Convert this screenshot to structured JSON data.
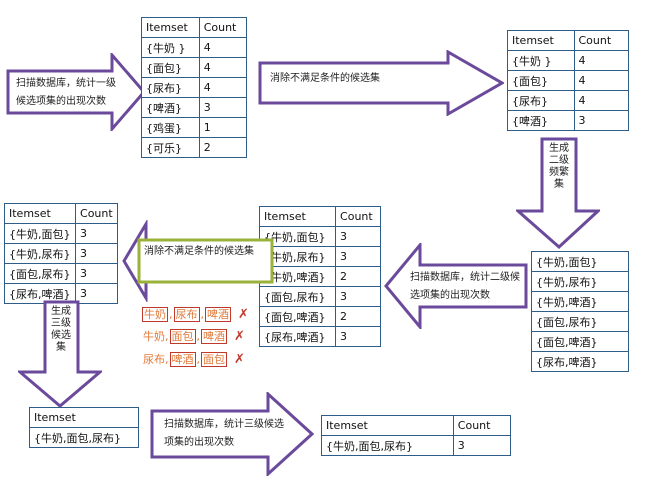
{
  "headers": {
    "itemset": "Itemset",
    "count": "Count"
  },
  "tables": {
    "c1": [
      {
        "item": "{牛奶 }",
        "count": "4"
      },
      {
        "item": "{面包}",
        "count": "4"
      },
      {
        "item": "{尿布}",
        "count": "4"
      },
      {
        "item": "{啤酒}",
        "count": "3"
      },
      {
        "item": "{鸡蛋}",
        "count": "1"
      },
      {
        "item": "{可乐}",
        "count": "2"
      }
    ],
    "l1": [
      {
        "item": "{牛奶 }",
        "count": "4"
      },
      {
        "item": "{面包}",
        "count": "4"
      },
      {
        "item": "{尿布}",
        "count": "4"
      },
      {
        "item": "{啤酒}",
        "count": "3"
      }
    ],
    "c2": [
      {
        "item": "{牛奶,面包}"
      },
      {
        "item": "{牛奶,尿布}"
      },
      {
        "item": "{牛奶,啤酒}"
      },
      {
        "item": "{面包,尿布}"
      },
      {
        "item": "{面包,啤酒}"
      },
      {
        "item": "{尿布,啤酒}"
      }
    ],
    "c2count": [
      {
        "item": "{牛奶,面包}",
        "count": "3"
      },
      {
        "item": "{牛奶,尿布}",
        "count": "3"
      },
      {
        "item": "{牛奶,啤酒}",
        "count": "2"
      },
      {
        "item": "{面包,尿布}",
        "count": "3"
      },
      {
        "item": "{面包,啤酒}",
        "count": "2"
      },
      {
        "item": "{尿布,啤酒}",
        "count": "3"
      }
    ],
    "l2": [
      {
        "item": "{牛奶,面包}",
        "count": "3"
      },
      {
        "item": "{牛奶,尿布}",
        "count": "3"
      },
      {
        "item": "{面包,尿布}",
        "count": "3"
      },
      {
        "item": "{尿布,啤酒}",
        "count": "3"
      }
    ],
    "c3": [
      {
        "item": "{牛奶,面包,尿布}"
      }
    ],
    "l3": [
      {
        "item": "{牛奶,面包,尿布}",
        "count": "3"
      }
    ]
  },
  "arrows": {
    "scan1": "扫描数据库，统计一级候选项集的出现次数",
    "prune1": "消除不满足条件的候选集",
    "gen2": "生成二级频繁集",
    "scan2": "扫描数据库，统计二级候选项集的出现次数",
    "prune2": "消除不满足条件的候选集",
    "gen3": "生成三级候选集",
    "scan3": "扫描数据库，统计三级候选项集的出现次数"
  },
  "pruned": [
    {
      "a": "牛奶",
      "b": "尿布",
      "c": "啤酒",
      "mark": "✗"
    },
    {
      "a": "牛奶",
      "b": "面包",
      "c": "啤酒",
      "mark": "✗"
    },
    {
      "a": "尿布",
      "b": "啤酒",
      "c": "面包",
      "mark": "✗"
    }
  ],
  "colors": {
    "arrow_fill": "#ffffff",
    "arrow_stroke": "#6b4a9b",
    "prune2_stroke": "#9ab23a",
    "table_border": "#2f5d8a",
    "prune_text": "#e07a3a",
    "cross": "#c0392b"
  }
}
